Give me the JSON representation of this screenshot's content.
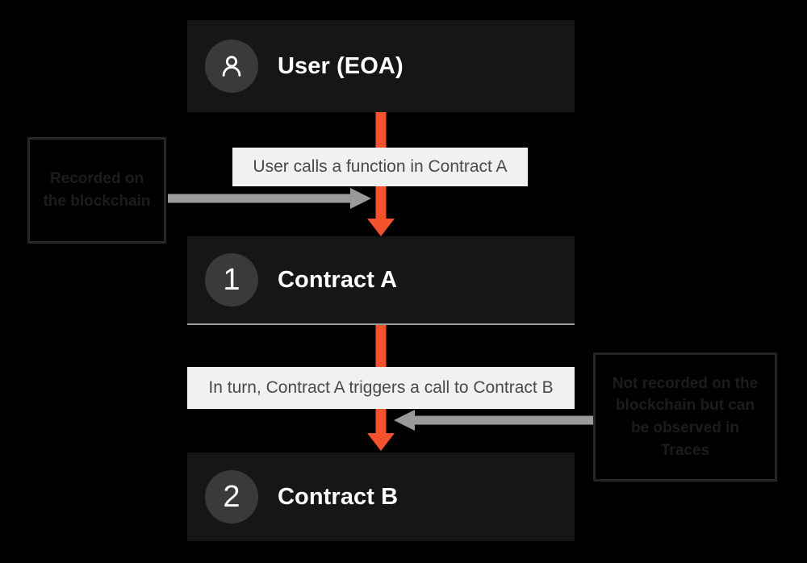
{
  "diagram": {
    "background_color": "#000000",
    "accent_color": "#f4522c",
    "node_color": "#161616",
    "chip_color": "#f1f1f1",
    "annotation_arrow_color": "#9a9a9a",
    "nodes": [
      {
        "id": "user",
        "badge_type": "person-icon",
        "badge_text": "",
        "label": "User (EOA)"
      },
      {
        "id": "contract-a",
        "badge_type": "number",
        "badge_text": "1",
        "label": "Contract A"
      },
      {
        "id": "contract-b",
        "badge_type": "number",
        "badge_text": "2",
        "label": "Contract B"
      }
    ],
    "steps": [
      {
        "id": "step-1",
        "text": "User calls a function in Contract A"
      },
      {
        "id": "step-2",
        "text": "In turn, Contract A triggers a call to Contract B"
      }
    ],
    "annotations": [
      {
        "id": "annotation-left",
        "text": "Recorded on the blockchain",
        "direction": "right"
      },
      {
        "id": "annotation-right",
        "text": "Not recorded on the blockchain but can be observed in Traces",
        "direction": "left"
      }
    ]
  }
}
